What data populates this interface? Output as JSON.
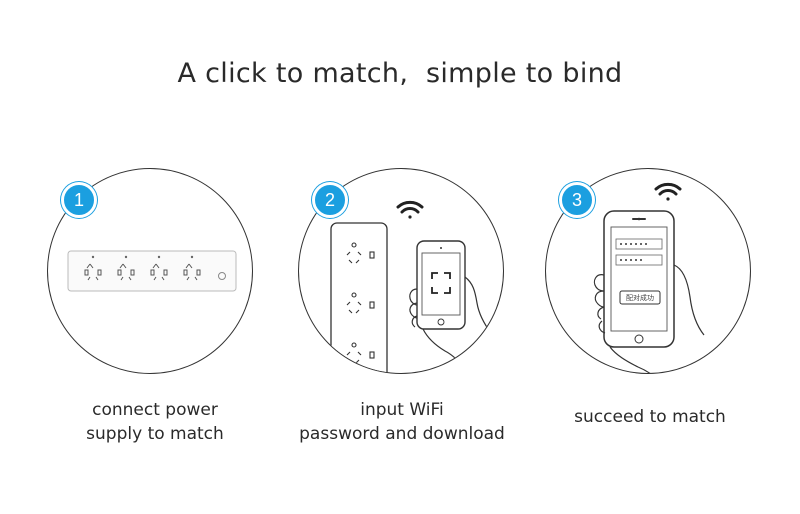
{
  "headline": "A click to match,  simple to bind",
  "steps": [
    {
      "number": "1",
      "caption_lines": [
        "connect power",
        "supply to match"
      ],
      "icon": "power-strip"
    },
    {
      "number": "2",
      "caption_lines": [
        "input WiFi",
        "password and download"
      ],
      "icon": "phone-scan-wifi"
    },
    {
      "number": "3",
      "caption_lines": [
        "succeed to match"
      ],
      "icon": "phone-success-wifi",
      "phone_button_text": "配对成功"
    }
  ],
  "colors": {
    "badge": "#1b9fe0",
    "line": "#333333",
    "text": "#2a2a2a"
  }
}
